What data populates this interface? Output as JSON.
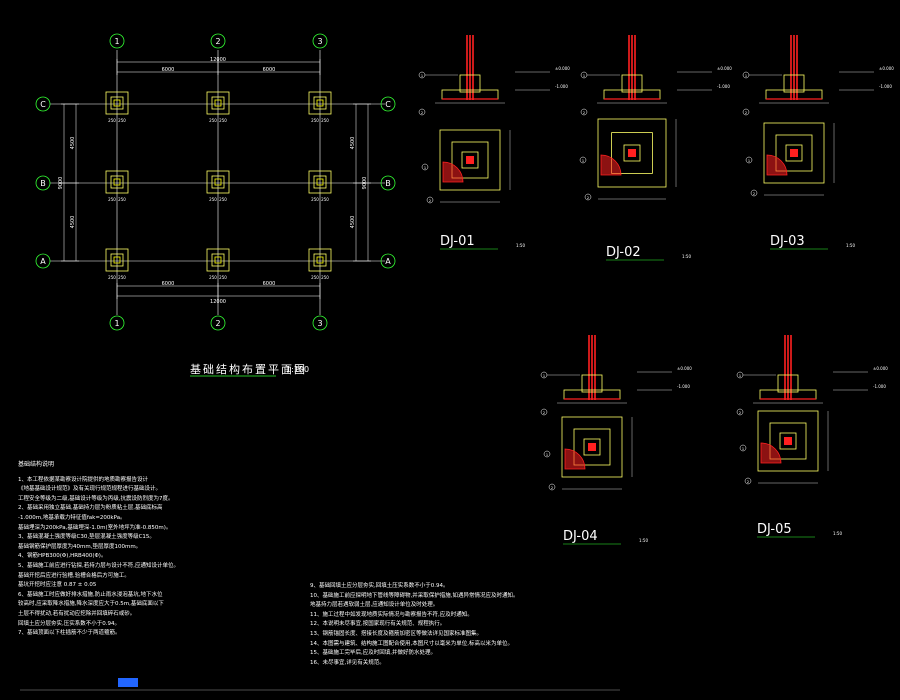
{
  "colors": {
    "background": "#000000",
    "grid_line": "#ffffff",
    "column": "#ffff00",
    "rebar": "#ff2020",
    "pier": "#ffff66",
    "axis_circle": "#33ff33",
    "dimension": "#ffffff",
    "label": "#ffffff"
  },
  "plan": {
    "title": "基础结构布置平面图",
    "scale": "1:100",
    "axes_x": [
      "1",
      "2",
      "3"
    ],
    "axes_y": [
      "C",
      "B",
      "A"
    ],
    "dims_top": [
      "6000",
      "6000"
    ],
    "dims_top_total": "12000",
    "dims_bottom": [
      "6000",
      "6000"
    ],
    "dims_bottom_total": "12000",
    "dims_left": [
      "4500",
      "4500"
    ],
    "dims_left_total": "9000",
    "dims_right": [
      "4500",
      "4500"
    ],
    "dims_right_total": "9000",
    "footing_dims": [
      "250",
      "250"
    ]
  },
  "details": [
    {
      "id": "DJ-01",
      "scale": "1:50"
    },
    {
      "id": "DJ-02",
      "scale": "1:50"
    },
    {
      "id": "DJ-03",
      "scale": "1:50"
    },
    {
      "id": "DJ-04",
      "scale": "1:50"
    },
    {
      "id": "DJ-05",
      "scale": "1:50"
    }
  ],
  "detail_labels": {
    "level_top": "±0.000",
    "level_bottom": "-1.000",
    "callout_1": "1",
    "callout_2": "2"
  },
  "notes": {
    "heading": "基础结构说明",
    "left": [
      "1、本工程依据某勘察设计院提供的地质勘察报告设计",
      "《地基基础设计规范》及有关现行规范规程进行基础设计。",
      "   工程安全等级为二级,基础设计等级为丙级,抗震设防烈度为7度。",
      "2、基础采用独立基础,基础持力层为粉质粘土层,基础底标高",
      "   -1.000m,地基承载力特征值fak=200kPa。",
      "   基础埋深为200kPa,基础埋深-1.0m(室外地坪为准-0.850m)。",
      "3、基础混凝土强度等级C30,垫层混凝土强度等级C15。",
      "   基础钢筋保护层厚度为40mm,垫层厚度100mm。",
      "4、钢筋HPB300(Φ),HRB400(Φ)。",
      "5、基础施工前应进行钻探,若持力层与设计不符,应通知设计单位。",
      "   基础开挖后应进行验槽,验槽合格后方可施工。",
      "   基坑开挖时应注意 0.87 ± 0.05",
      "6、基础施工时应做好排水措施,防止雨水浸泡基坑,地下水位",
      "   较高时,应采取降水措施,降水深度应大于0.5m,基础底面以下",
      "   土层不得扰动,若有扰动应挖除并回填碎石或砂。",
      "   回填土应分层夯实,压实系数不小于0.94。",
      "7、基础顶面以下柱插筋不少于两道箍筋。"
    ],
    "right": [
      "9、基础回填土应分层夯实,回填土压实系数不小于0.94。",
      "10、基础施工前应探明地下管线等障碍物,并采取保护措施,如遇异常情况应及时通知。",
      "    地基持力层若遇软弱土层,应通知设计单位及时处理。",
      "11、施工过程中如发现地质实际情况与勘察报告不符,应及时通知。",
      "12、本说明未尽事宜,按国家现行有关规范、规程执行。",
      "13、钢筋锚固长度、搭接长度及箍筋加密区等做法详见国家标准图集。",
      "14、本图需与建筑、结构施工图配合使用,本图尺寸以毫米为单位,标高以米为单位。",
      "15、基础施工完毕后,应及时回填,并做好防水处理。",
      "16、未尽事宜,详见有关规范。"
    ]
  }
}
